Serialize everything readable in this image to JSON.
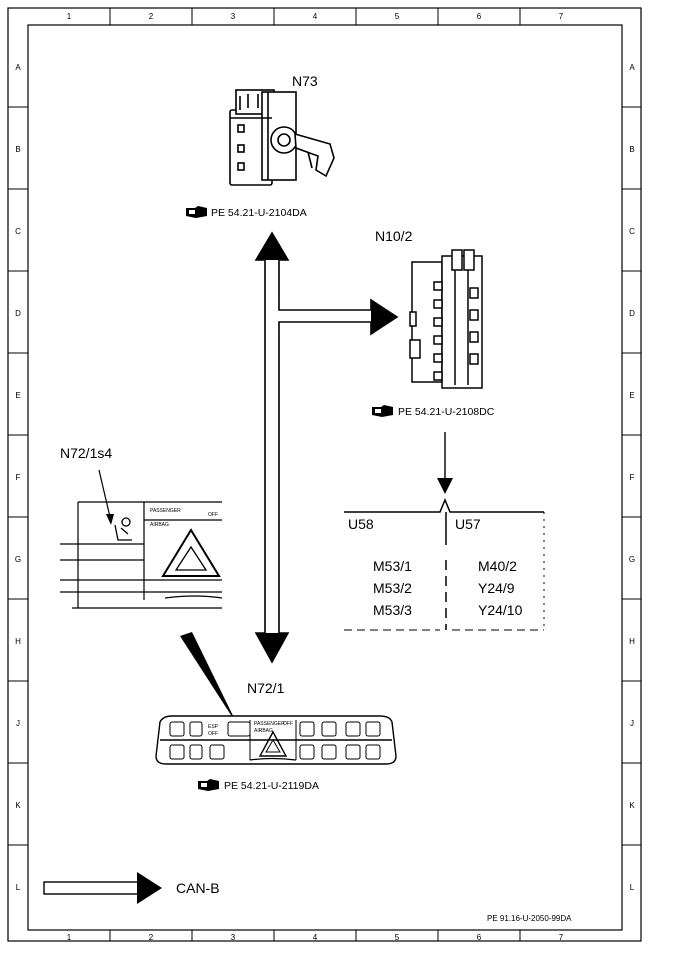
{
  "frame": {
    "columns": [
      "1",
      "2",
      "3",
      "4",
      "5",
      "6",
      "7"
    ],
    "rows": [
      "A",
      "B",
      "C",
      "D",
      "E",
      "F",
      "G",
      "H",
      "J",
      "K",
      "L"
    ]
  },
  "components": {
    "n73": {
      "label": "N73",
      "ref": "PE 54.21-U-2104DA"
    },
    "n10_2": {
      "label": "N10/2",
      "ref": "PE 54.21-U-2108DC"
    },
    "n72_1s4": {
      "label": "N72/1s4",
      "passenger_text": "PASSENGER",
      "airbag_text": "AIRBAG",
      "off_text": "OFF"
    },
    "n72_1": {
      "label": "N72/1",
      "ref": "PE 54.21-U-2119DA",
      "esp_text": "ESP",
      "off_text": "OFF",
      "passenger_text": "PASSENGER",
      "airbag_text": "AIRBAG"
    }
  },
  "fuse_table": {
    "left_header": "U58",
    "right_header": "U57",
    "left_items": [
      "M53/1",
      "M53/2",
      "M53/3"
    ],
    "right_items": [
      "M40/2",
      "Y24/9",
      "Y24/10"
    ]
  },
  "legend": {
    "label": "CAN-B"
  },
  "footer_ref": "PE 91.16-U-2050-99DA"
}
